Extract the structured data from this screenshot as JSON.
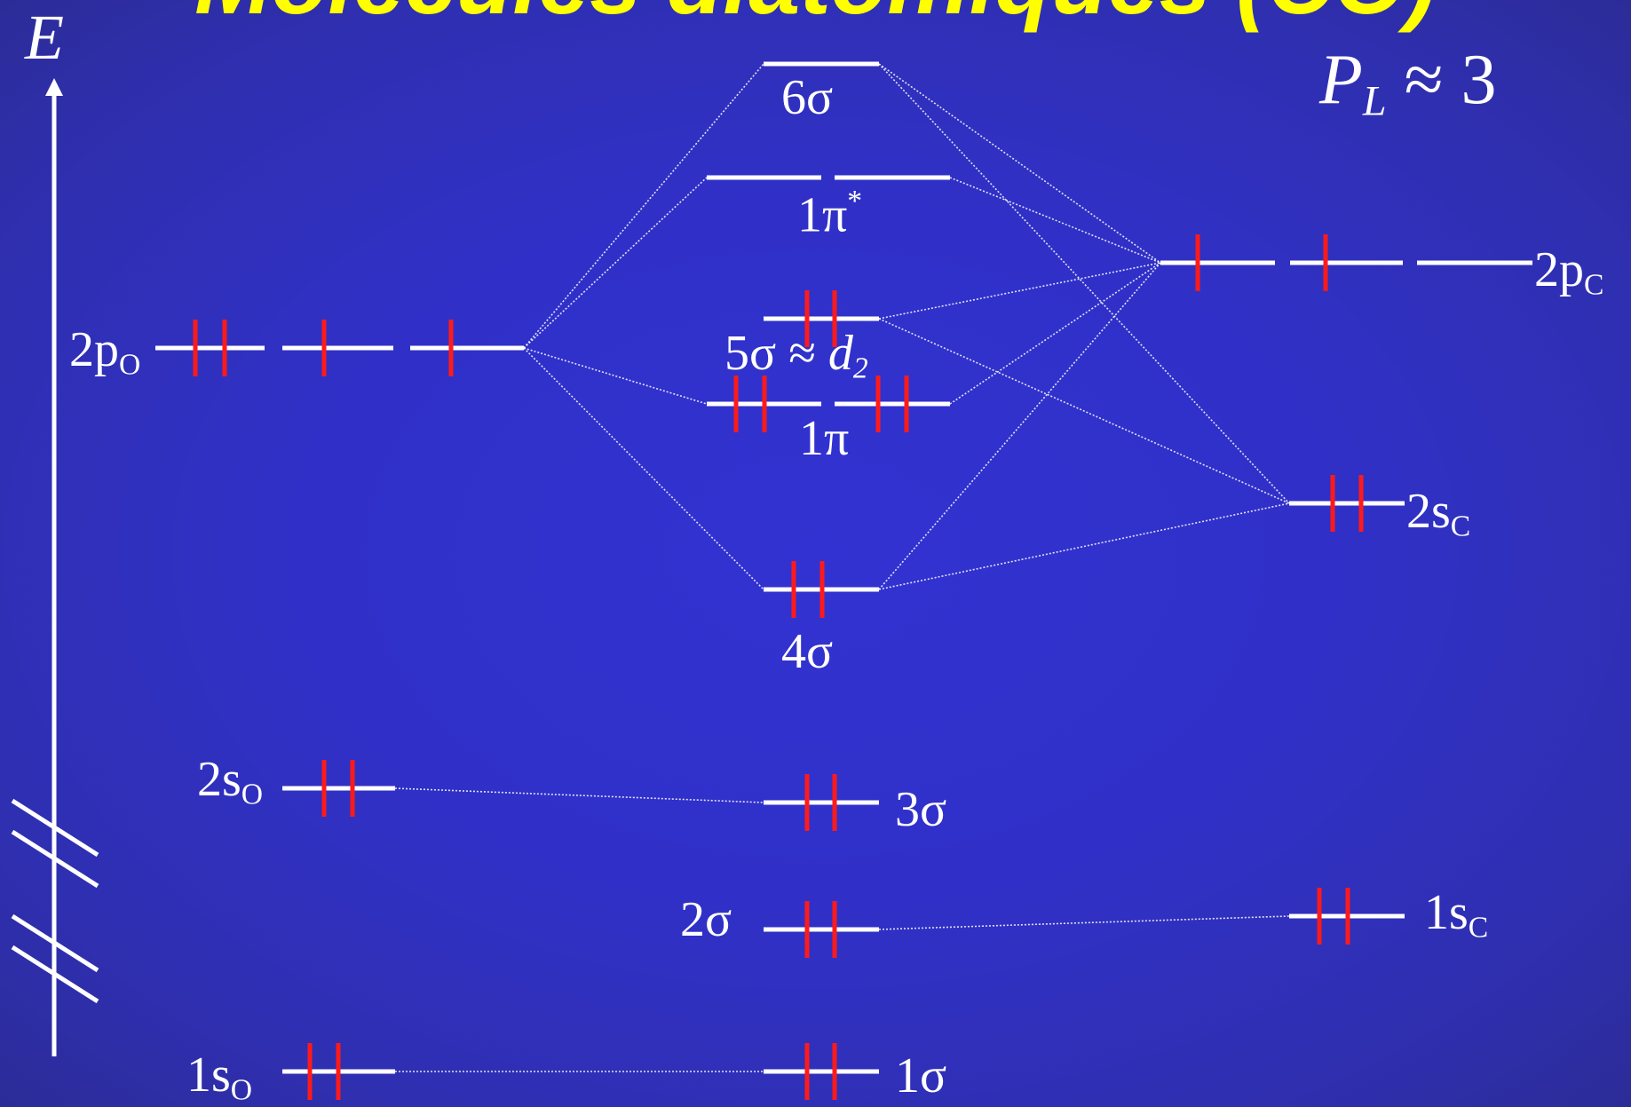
{
  "title": "Molécules diatomiques (CO)",
  "axis_label": "E",
  "bond_order": {
    "symbol": "P",
    "subscript": "L",
    "relation": "≈ 3"
  },
  "colors": {
    "level_line": "#ffffff",
    "electron": "#ff1a1a",
    "title": "#ffff00",
    "correlation_line": "#ffffff"
  },
  "atoms": {
    "oxygen": [
      {
        "id": "2pO",
        "orbital": "2p",
        "atom": "O",
        "degeneracy": 3,
        "electrons": [
          2,
          1,
          1
        ]
      },
      {
        "id": "2sO",
        "orbital": "2s",
        "atom": "O",
        "degeneracy": 1,
        "electrons": [
          2
        ]
      },
      {
        "id": "1sO",
        "orbital": "1s",
        "atom": "O",
        "degeneracy": 1,
        "electrons": [
          2
        ]
      }
    ],
    "carbon": [
      {
        "id": "2pC",
        "orbital": "2p",
        "atom": "C",
        "degeneracy": 3,
        "electrons": [
          1,
          1,
          0
        ]
      },
      {
        "id": "2sC",
        "orbital": "2s",
        "atom": "C",
        "degeneracy": 1,
        "electrons": [
          2
        ]
      },
      {
        "id": "1sC",
        "orbital": "1s",
        "atom": "C",
        "degeneracy": 1,
        "electrons": [
          2
        ]
      }
    ]
  },
  "molecular_orbitals": [
    {
      "id": "6s",
      "label": "6σ",
      "degeneracy": 1,
      "electrons": [
        0
      ]
    },
    {
      "id": "1pistar",
      "label": "1π",
      "label_sup": "*",
      "degeneracy": 2,
      "electrons": [
        0,
        0
      ]
    },
    {
      "id": "5s",
      "label": "5σ ≈ ",
      "label_italic": "d",
      "label_sub": "2",
      "degeneracy": 1,
      "electrons": [
        2
      ]
    },
    {
      "id": "1pi",
      "label": "1π",
      "degeneracy": 2,
      "electrons": [
        2,
        2
      ]
    },
    {
      "id": "4s",
      "label": "4σ",
      "degeneracy": 1,
      "electrons": [
        2
      ]
    },
    {
      "id": "3s",
      "label": "3σ",
      "degeneracy": 1,
      "electrons": [
        2
      ]
    },
    {
      "id": "2s",
      "label": "2σ",
      "degeneracy": 1,
      "electrons": [
        2
      ]
    },
    {
      "id": "1s",
      "label": "1σ",
      "degeneracy": 1,
      "electrons": [
        2
      ]
    }
  ]
}
